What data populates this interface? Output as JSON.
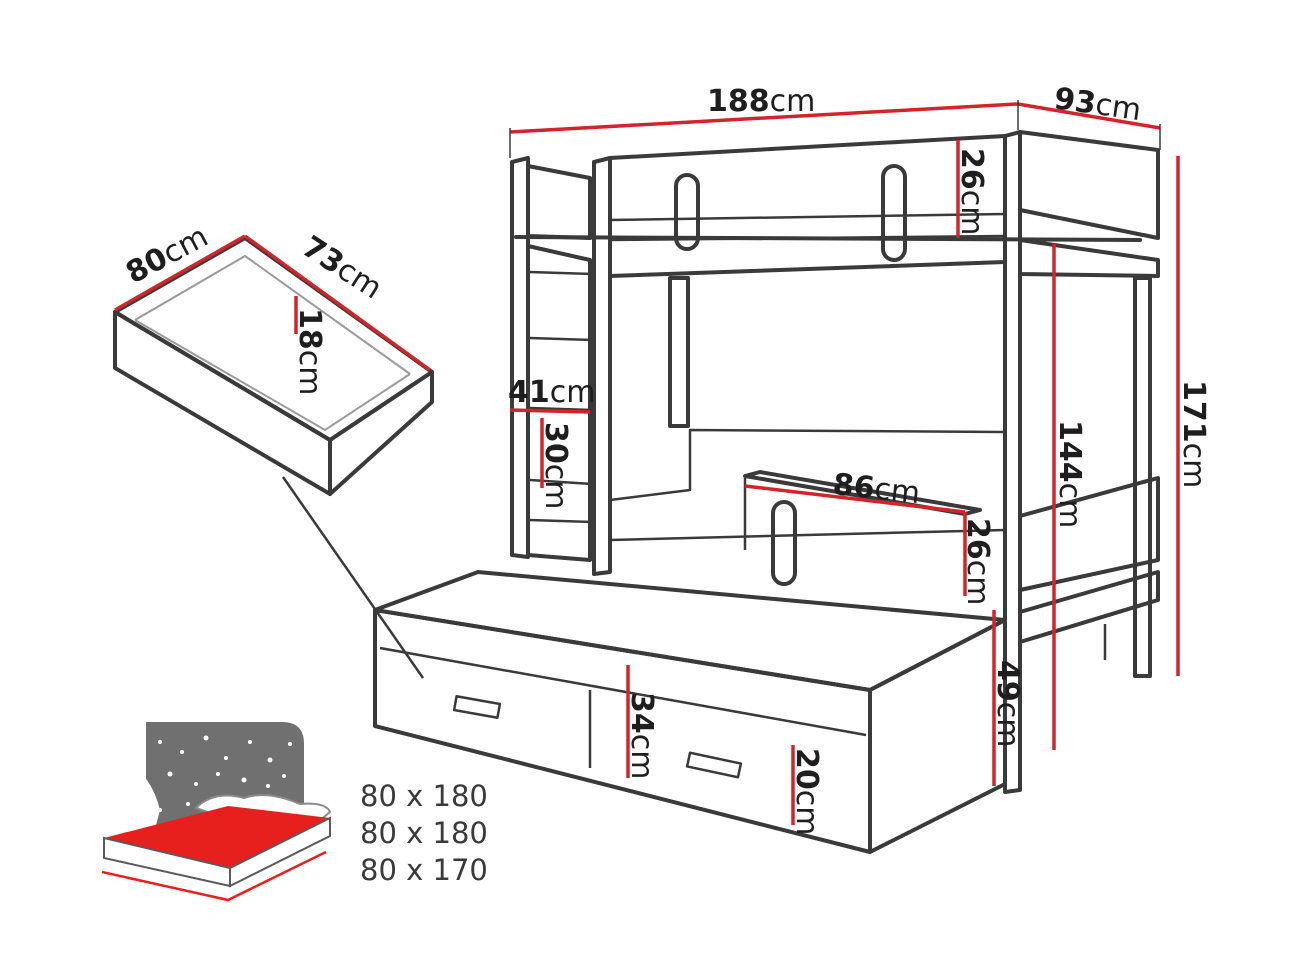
{
  "dimensions": {
    "bed_length": {
      "value": "188",
      "unit": "cm"
    },
    "bed_width": {
      "value": "93",
      "unit": "cm"
    },
    "top_rail_height": {
      "value": "26",
      "unit": "cm"
    },
    "total_height": {
      "value": "171",
      "unit": "cm"
    },
    "lower_clearance": {
      "value": "144",
      "unit": "cm"
    },
    "ladder_width": {
      "value": "41",
      "unit": "cm"
    },
    "ladder_step": {
      "value": "30",
      "unit": "cm"
    },
    "guard_length": {
      "value": "86",
      "unit": "cm"
    },
    "guard_height": {
      "value": "26",
      "unit": "cm"
    },
    "trundle_height": {
      "value": "49",
      "unit": "cm"
    },
    "trundle_front": {
      "value": "34",
      "unit": "cm"
    },
    "drawer_front": {
      "value": "20",
      "unit": "cm"
    },
    "drawer_width": {
      "value": "80",
      "unit": "cm"
    },
    "drawer_depth": {
      "value": "73",
      "unit": "cm"
    },
    "drawer_height": {
      "value": "18",
      "unit": "cm"
    }
  },
  "mattress_sizes": [
    "80 x 180",
    "80 x 180",
    "80 x 170"
  ],
  "colors": {
    "dimension_line": "#d0252b",
    "outline": "#3a3a3a",
    "mattress": "#e8201d",
    "headboard": "#707070"
  }
}
